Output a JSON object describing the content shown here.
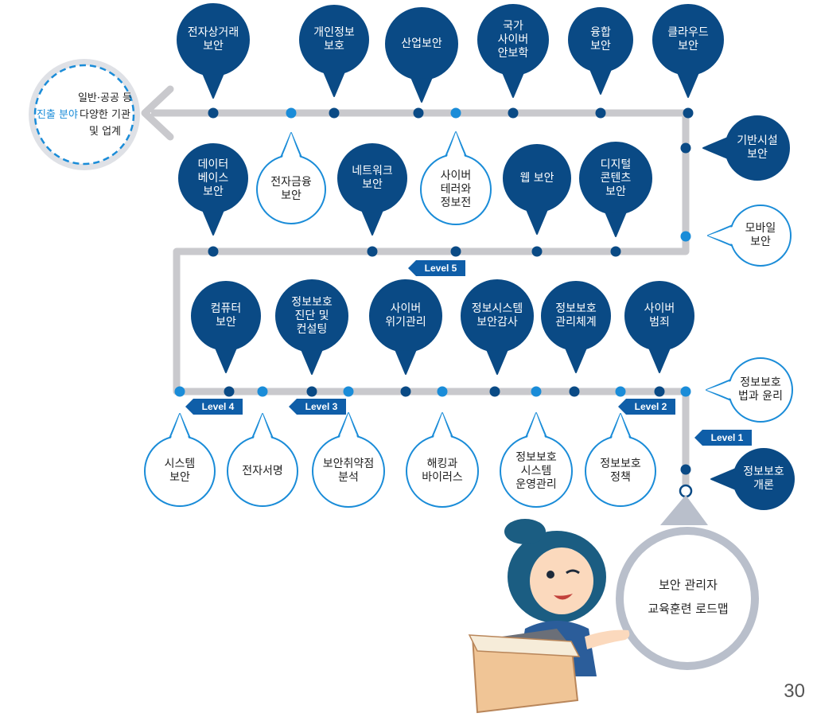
{
  "career": {
    "title": "진출 분야",
    "body": "일반·공공 등\n다양한 기관\n및 업계"
  },
  "roadmap_title": "보안 관리자\n교육훈련 로드맵",
  "page_number": "30",
  "levels": [
    "Level 1",
    "Level 2",
    "Level 3",
    "Level 4",
    "Level 5"
  ],
  "courses": [
    "정보보호\n개론",
    "정보보호\n법과 윤리",
    "모바일\n보안",
    "기반시설\n보안",
    "클라우드\n보안",
    "융합\n보안",
    "국가\n사이버\n안보학",
    "산업보안",
    "개인정보\n보호",
    "전자상거래\n보안",
    "데이터\n베이스\n보안",
    "전자금융\n보안",
    "네트워크\n보안",
    "사이버\n테러와\n정보전",
    "웹 보안",
    "디지털\n콘텐츠\n보안",
    "컴퓨터\n보안",
    "정보보호\n진단 및\n컨설팅",
    "사이버\n위기관리",
    "정보시스템\n보안감사",
    "정보보호\n관리체계",
    "사이버\n범죄",
    "시스템\n보안",
    "전자서명",
    "보안취약점\n분석",
    "해킹과\n바이러스",
    "정보보호\n시스템\n운영관리",
    "정보보호\n정책"
  ],
  "colors": {
    "dark": "#0a4a85",
    "light": "#1a8cd8",
    "track": "#c9c9cd",
    "tag": "#0f5ea8"
  }
}
